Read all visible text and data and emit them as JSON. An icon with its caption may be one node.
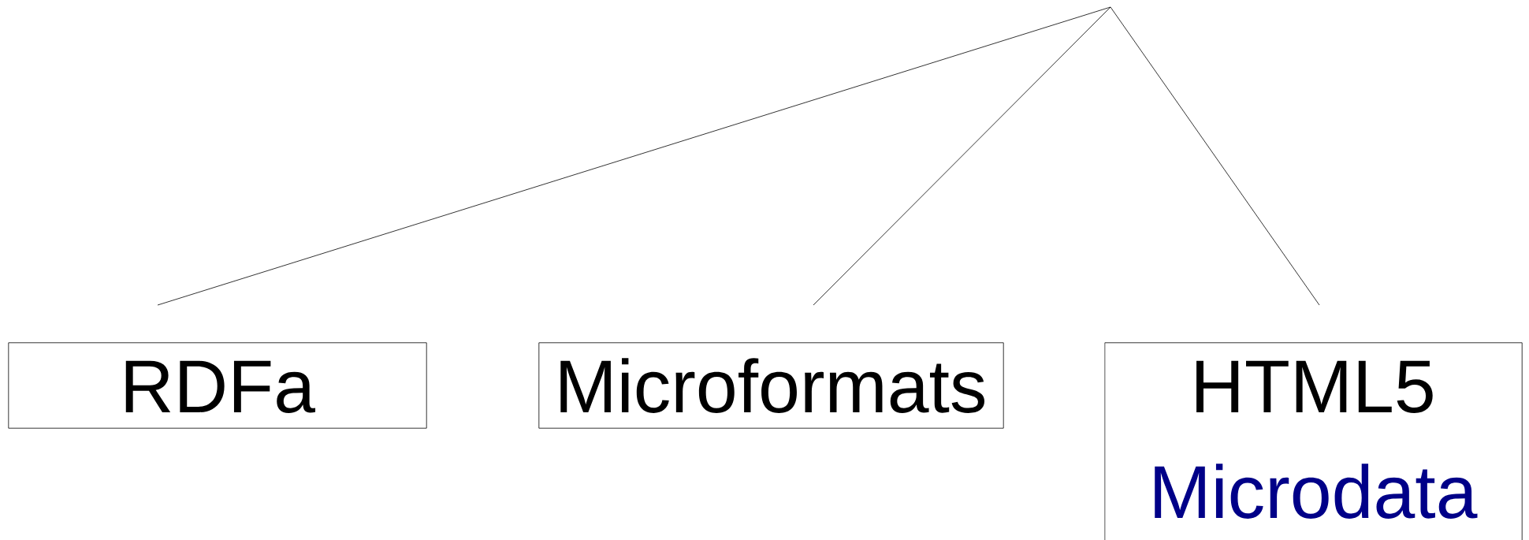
{
  "diagram": {
    "nodes": [
      {
        "text": [
          "RDFa"
        ]
      },
      {
        "text": [
          "Microformats"
        ]
      },
      {
        "text": [
          "HTML5",
          "Microdata"
        ]
      }
    ],
    "edges": [
      {
        "from": null,
        "to": 0,
        "arrow": "none"
      },
      {
        "from": null,
        "to": 1,
        "arrow": "none"
      },
      {
        "from": null,
        "to": 2,
        "arrow": "none"
      }
    ]
  }
}
